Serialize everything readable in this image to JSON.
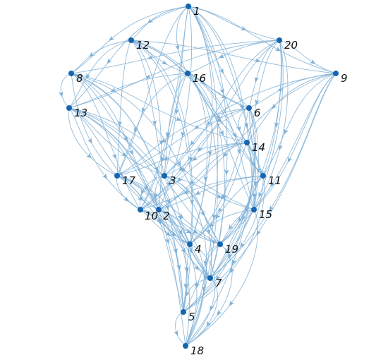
{
  "colors": {
    "edge": "#7fb0d6",
    "node": "#1565b0",
    "label": "#111111",
    "background": "#ffffff"
  },
  "graph": {
    "type": "directed-layered-graph",
    "nodes": [
      {
        "id": "1",
        "label": "1"
      },
      {
        "id": "12",
        "label": "12"
      },
      {
        "id": "20",
        "label": "20"
      },
      {
        "id": "8",
        "label": "8"
      },
      {
        "id": "16",
        "label": "16"
      },
      {
        "id": "9",
        "label": "9"
      },
      {
        "id": "13",
        "label": "13"
      },
      {
        "id": "6",
        "label": "6"
      },
      {
        "id": "14",
        "label": "14"
      },
      {
        "id": "17",
        "label": "17"
      },
      {
        "id": "3",
        "label": "3"
      },
      {
        "id": "11",
        "label": "11"
      },
      {
        "id": "10",
        "label": "10"
      },
      {
        "id": "2",
        "label": "2"
      },
      {
        "id": "15",
        "label": "15"
      },
      {
        "id": "4",
        "label": "4"
      },
      {
        "id": "19",
        "label": "19"
      },
      {
        "id": "7",
        "label": "7"
      },
      {
        "id": "5",
        "label": "5"
      },
      {
        "id": "18",
        "label": "18"
      }
    ],
    "edges": [
      [
        "1",
        "12"
      ],
      [
        "1",
        "20"
      ],
      [
        "1",
        "8"
      ],
      [
        "1",
        "16"
      ],
      [
        "1",
        "9"
      ],
      [
        "1",
        "13"
      ],
      [
        "1",
        "6"
      ],
      [
        "1",
        "14"
      ],
      [
        "1",
        "17"
      ],
      [
        "1",
        "3"
      ],
      [
        "1",
        "11"
      ],
      [
        "1",
        "10"
      ],
      [
        "1",
        "2"
      ],
      [
        "1",
        "15"
      ],
      [
        "1",
        "4"
      ],
      [
        "1",
        "7"
      ],
      [
        "1",
        "18"
      ],
      [
        "12",
        "8"
      ],
      [
        "12",
        "16"
      ],
      [
        "12",
        "9"
      ],
      [
        "12",
        "13"
      ],
      [
        "12",
        "6"
      ],
      [
        "12",
        "17"
      ],
      [
        "12",
        "3"
      ],
      [
        "12",
        "11"
      ],
      [
        "12",
        "2"
      ],
      [
        "12",
        "15"
      ],
      [
        "12",
        "4"
      ],
      [
        "12",
        "5"
      ],
      [
        "20",
        "8"
      ],
      [
        "20",
        "16"
      ],
      [
        "20",
        "9"
      ],
      [
        "20",
        "13"
      ],
      [
        "20",
        "6"
      ],
      [
        "20",
        "14"
      ],
      [
        "20",
        "3"
      ],
      [
        "20",
        "11"
      ],
      [
        "20",
        "10"
      ],
      [
        "20",
        "15"
      ],
      [
        "20",
        "19"
      ],
      [
        "20",
        "7"
      ],
      [
        "8",
        "13"
      ],
      [
        "8",
        "14"
      ],
      [
        "8",
        "17"
      ],
      [
        "8",
        "3"
      ],
      [
        "8",
        "10"
      ],
      [
        "8",
        "2"
      ],
      [
        "8",
        "4"
      ],
      [
        "8",
        "19"
      ],
      [
        "8",
        "5"
      ],
      [
        "16",
        "13"
      ],
      [
        "16",
        "6"
      ],
      [
        "16",
        "14"
      ],
      [
        "16",
        "17"
      ],
      [
        "16",
        "3"
      ],
      [
        "16",
        "11"
      ],
      [
        "16",
        "10"
      ],
      [
        "16",
        "15"
      ],
      [
        "16",
        "4"
      ],
      [
        "16",
        "7"
      ],
      [
        "16",
        "18"
      ],
      [
        "9",
        "6"
      ],
      [
        "9",
        "14"
      ],
      [
        "9",
        "17"
      ],
      [
        "9",
        "11"
      ],
      [
        "9",
        "2"
      ],
      [
        "9",
        "15"
      ],
      [
        "9",
        "19"
      ],
      [
        "9",
        "7"
      ],
      [
        "9",
        "5"
      ],
      [
        "13",
        "17"
      ],
      [
        "13",
        "3"
      ],
      [
        "13",
        "10"
      ],
      [
        "13",
        "2"
      ],
      [
        "13",
        "15"
      ],
      [
        "13",
        "4"
      ],
      [
        "13",
        "19"
      ],
      [
        "13",
        "7"
      ],
      [
        "13",
        "5"
      ],
      [
        "13",
        "18"
      ],
      [
        "6",
        "14"
      ],
      [
        "6",
        "17"
      ],
      [
        "6",
        "3"
      ],
      [
        "6",
        "11"
      ],
      [
        "6",
        "10"
      ],
      [
        "6",
        "15"
      ],
      [
        "6",
        "4"
      ],
      [
        "6",
        "7"
      ],
      [
        "6",
        "18"
      ],
      [
        "14",
        "17"
      ],
      [
        "14",
        "3"
      ],
      [
        "14",
        "11"
      ],
      [
        "14",
        "10"
      ],
      [
        "14",
        "2"
      ],
      [
        "14",
        "15"
      ],
      [
        "14",
        "4"
      ],
      [
        "14",
        "19"
      ],
      [
        "14",
        "5"
      ],
      [
        "17",
        "10"
      ],
      [
        "17",
        "2"
      ],
      [
        "17",
        "4"
      ],
      [
        "17",
        "19"
      ],
      [
        "17",
        "7"
      ],
      [
        "17",
        "5"
      ],
      [
        "17",
        "18"
      ],
      [
        "3",
        "10"
      ],
      [
        "3",
        "2"
      ],
      [
        "3",
        "15"
      ],
      [
        "3",
        "4"
      ],
      [
        "3",
        "19"
      ],
      [
        "3",
        "7"
      ],
      [
        "3",
        "18"
      ],
      [
        "11",
        "10"
      ],
      [
        "11",
        "2"
      ],
      [
        "11",
        "15"
      ],
      [
        "11",
        "4"
      ],
      [
        "11",
        "19"
      ],
      [
        "11",
        "7"
      ],
      [
        "11",
        "5"
      ],
      [
        "10",
        "4"
      ],
      [
        "10",
        "19"
      ],
      [
        "10",
        "7"
      ],
      [
        "10",
        "5"
      ],
      [
        "10",
        "18"
      ],
      [
        "2",
        "4"
      ],
      [
        "2",
        "19"
      ],
      [
        "2",
        "7"
      ],
      [
        "2",
        "5"
      ],
      [
        "2",
        "18"
      ],
      [
        "15",
        "4"
      ],
      [
        "15",
        "19"
      ],
      [
        "15",
        "7"
      ],
      [
        "15",
        "5"
      ],
      [
        "15",
        "18"
      ],
      [
        "4",
        "7"
      ],
      [
        "4",
        "5"
      ],
      [
        "4",
        "18"
      ],
      [
        "19",
        "7"
      ],
      [
        "19",
        "5"
      ],
      [
        "19",
        "18"
      ],
      [
        "7",
        "5"
      ],
      [
        "7",
        "18"
      ],
      [
        "5",
        "18"
      ]
    ]
  }
}
